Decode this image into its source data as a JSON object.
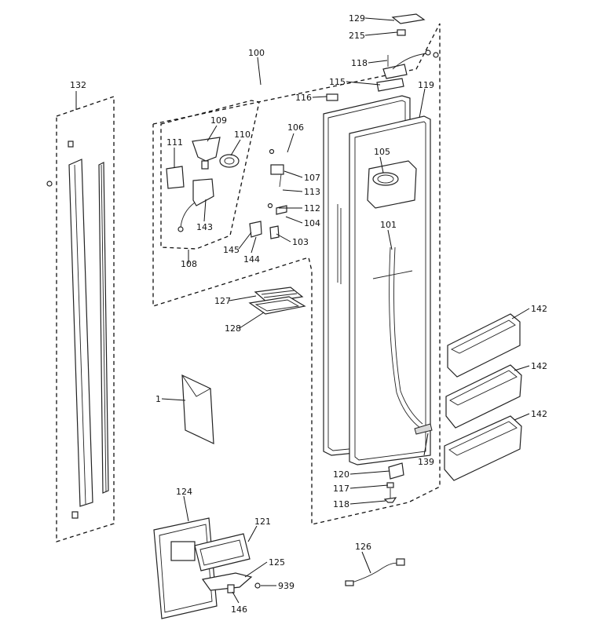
{
  "callouts": {
    "c129": "129",
    "c215": "215",
    "c100": "100",
    "c118a": "118",
    "c132": "132",
    "c115": "115",
    "c119": "119",
    "c116": "116",
    "c109": "109",
    "c110": "110",
    "c106": "106",
    "c111": "111",
    "c105": "105",
    "c107": "107",
    "c113": "113",
    "c112": "112",
    "c104": "104",
    "c101": "101",
    "c143": "143",
    "c145": "145",
    "c103": "103",
    "c144": "144",
    "c108": "108",
    "c127": "127",
    "c128": "128",
    "c142a": "142",
    "c142b": "142",
    "c142c": "142",
    "c1": "1",
    "c139": "139",
    "c120": "120",
    "c117": "117",
    "c118b": "118",
    "c124": "124",
    "c121": "121",
    "c125": "125",
    "c939": "939",
    "c146": "146",
    "c126": "126"
  }
}
